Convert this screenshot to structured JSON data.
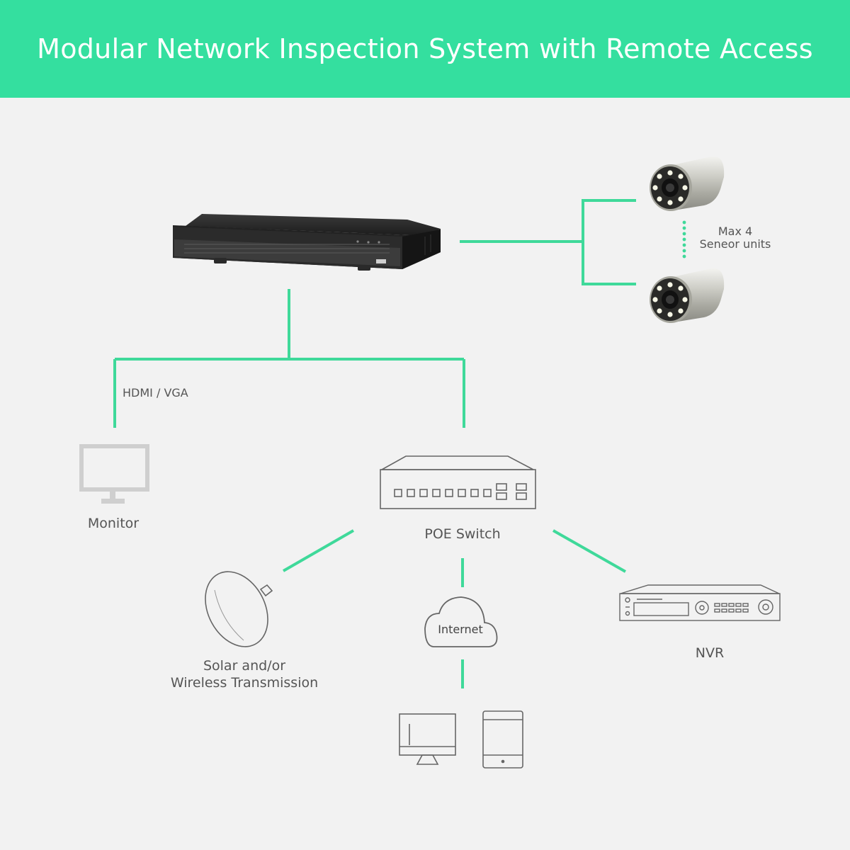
{
  "title": "Modular Network Inspection System with Remote Access",
  "colors": {
    "accent": "#34df9f",
    "background": "#f2f2f2",
    "line": "#3fd99a",
    "icon_stroke": "#666666",
    "text": "#555555"
  },
  "labels": {
    "sensor_note_line1": "Max 4",
    "sensor_note_line2": "Seneor units",
    "hdmi_vga": "HDMI / VGA",
    "monitor": "Monitor",
    "poe_switch": "POE Switch",
    "internet": "Internet",
    "wireless_line1": "Solar and/or",
    "wireless_line2": "Wireless Transmission",
    "nvr": "NVR"
  },
  "icons": {
    "recorder": "dvr-recorder-icon",
    "sensor": "pipe-camera-icon",
    "monitor": "monitor-icon",
    "switch": "network-switch-icon",
    "antenna": "satellite-dish-icon",
    "cloud": "cloud-icon",
    "desktop": "desktop-computer-icon",
    "tablet": "tablet-icon",
    "nvr": "nvr-device-icon"
  }
}
